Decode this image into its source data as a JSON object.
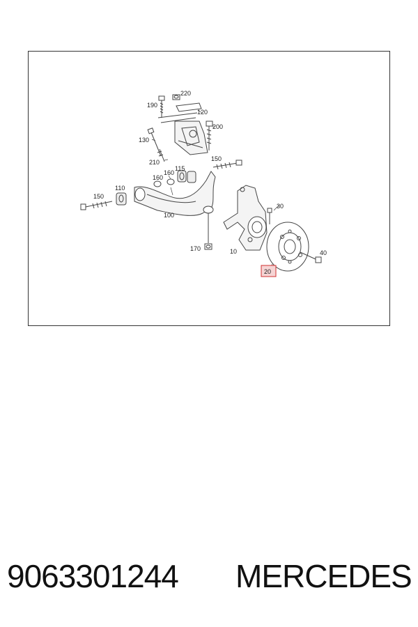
{
  "diagram": {
    "labels": {
      "l220": "220",
      "l190": "190",
      "l120": "120",
      "l200": "200",
      "l130": "130",
      "l210": "210",
      "l150a": "150",
      "l160": "160",
      "l115": "115",
      "l160b": "160",
      "l150b": "150",
      "l110": "110",
      "l100": "100",
      "l170": "170",
      "l10": "10",
      "l30": "30",
      "l40": "40",
      "l20": "20"
    },
    "highlighted_part": "20",
    "highlight_color": "#d03030"
  },
  "footer": {
    "part_number": "9063301244",
    "brand": "MERCEDES"
  }
}
